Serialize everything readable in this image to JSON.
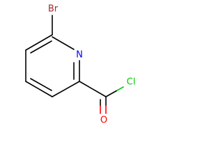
{
  "molecule": {
    "atoms": {
      "bromine": "Br",
      "nitrogen": "N",
      "oxygen": "O",
      "chlorine": "Cl"
    },
    "colors": {
      "bond": "#000000",
      "bromine": "#a52a2a",
      "nitrogen": "#0000ff",
      "oxygen": "#ff0000",
      "chlorine": "#00cc00"
    }
  }
}
